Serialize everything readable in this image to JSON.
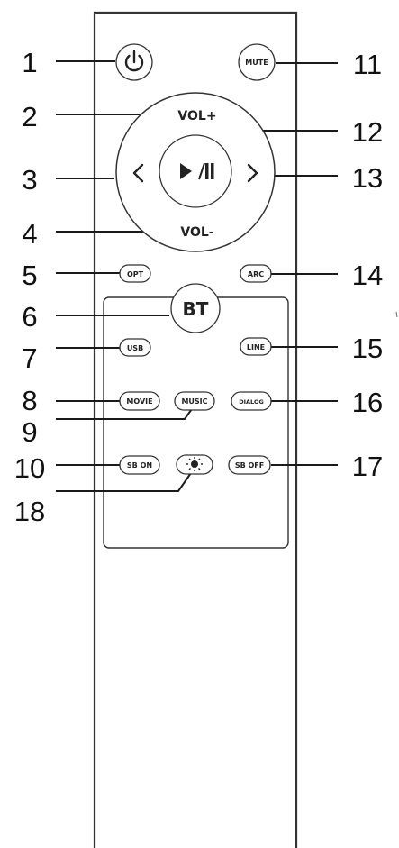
{
  "remote": {
    "body_color": "#ffffff",
    "outline_color": "#333333",
    "ring": {
      "top_label": "VOL+",
      "bottom_label": "VOL-"
    },
    "buttons": {
      "power": {
        "icon": "power-icon"
      },
      "mute": {
        "label": "MUTE"
      },
      "prev": {
        "icon": "chevron-left-icon",
        "glyph": "<"
      },
      "next": {
        "icon": "chevron-right-icon",
        "glyph": ">"
      },
      "play": {
        "icon": "play-pause-icon",
        "glyph": "▶/Ⅱ"
      },
      "opt": {
        "label": "OPT"
      },
      "arc": {
        "label": "ARC"
      },
      "bt": {
        "label": "BT"
      },
      "usb": {
        "label": "USB"
      },
      "line": {
        "label": "LINE"
      },
      "movie": {
        "label": "MOVIE"
      },
      "music": {
        "label": "MUSIC"
      },
      "dialog": {
        "label": "DIALOG"
      },
      "sb_on": {
        "label": "SB ON"
      },
      "light": {
        "icon": "light-bulb-icon"
      },
      "sb_off": {
        "label": "SB OFF"
      }
    }
  },
  "callouts": [
    "1",
    "2",
    "3",
    "4",
    "5",
    "6",
    "7",
    "8",
    "9",
    "10",
    "11",
    "12",
    "13",
    "14",
    "15",
    "16",
    "17",
    "18"
  ]
}
